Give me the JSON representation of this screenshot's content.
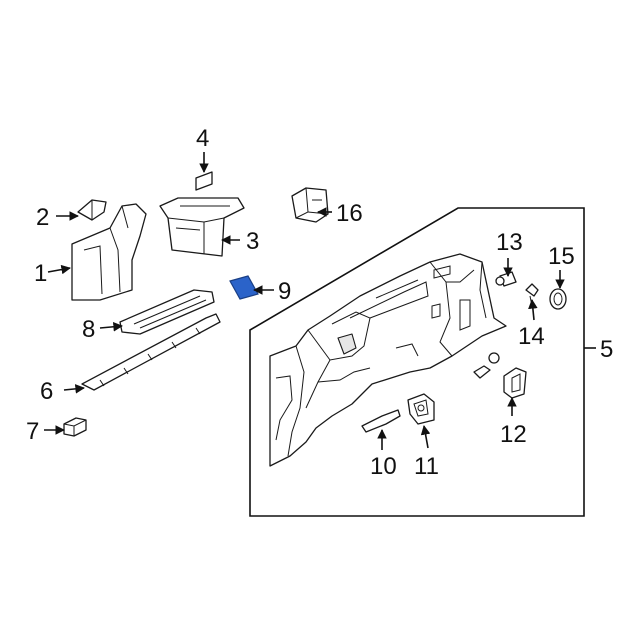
{
  "callouts": {
    "c1": "1",
    "c2": "2",
    "c3": "3",
    "c4": "4",
    "c5": "5",
    "c6": "6",
    "c7": "7",
    "c8": "8",
    "c9": "9",
    "c10": "10",
    "c11": "11",
    "c12": "12",
    "c13": "13",
    "c14": "14",
    "c15": "15",
    "c16": "16"
  },
  "colors": {
    "line": "#1a1a1a",
    "fill": "#ffffff",
    "shade": "#e6e6e6",
    "highlight": "#2b63c9"
  },
  "highlighted_part": "9"
}
